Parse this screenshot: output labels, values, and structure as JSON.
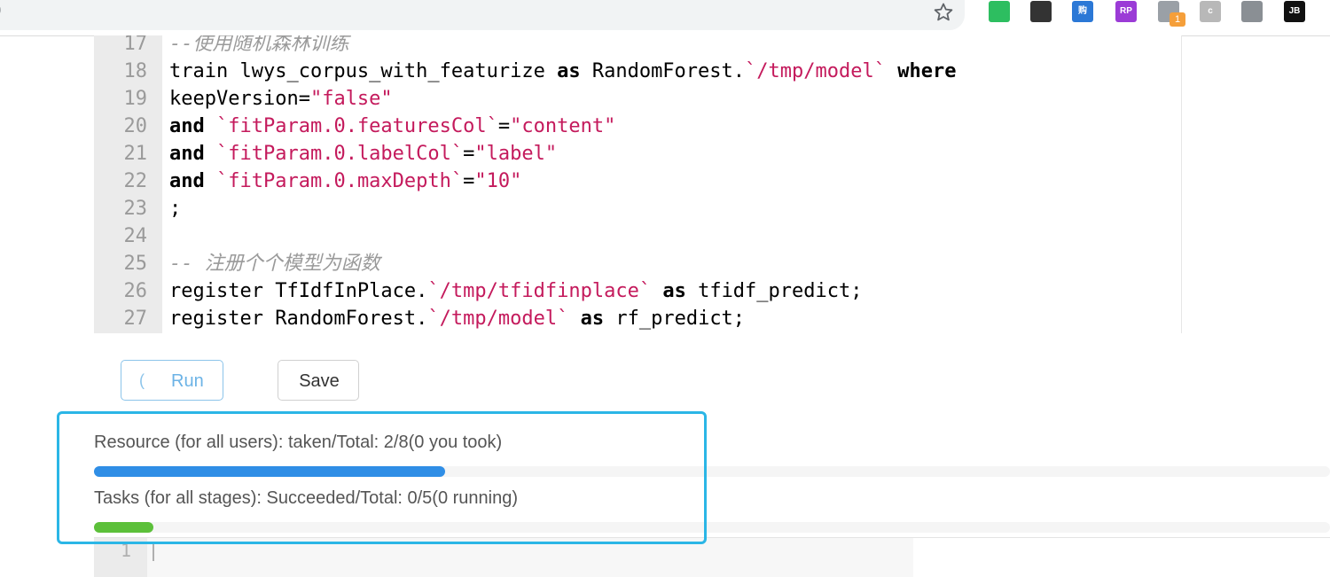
{
  "browser": {
    "url_fragment": "00",
    "extensions": [
      {
        "name": "evernote-icon",
        "color": "#2dbe60",
        "label": ""
      },
      {
        "name": "qr-code-icon",
        "color": "#333333",
        "label": ""
      },
      {
        "name": "shopping-icon",
        "color": "#2b78d6",
        "label": "购"
      },
      {
        "name": "rp-icon",
        "color": "#9b3bd6",
        "label": "RP"
      },
      {
        "name": "search-ext-icon",
        "color": "#9aa0a6",
        "label": ""
      },
      {
        "name": "c-icon",
        "color": "#b8b8b8",
        "label": "c"
      },
      {
        "name": "vue-icon",
        "color": "#8a8f94",
        "label": ""
      },
      {
        "name": "jetbrains-icon",
        "color": "#111111",
        "label": "JB"
      }
    ],
    "badge": "1"
  },
  "editor": {
    "lines": [
      {
        "n": "17",
        "tokens": [
          {
            "t": "--使用随机森林训练",
            "c": "cmt"
          }
        ]
      },
      {
        "n": "18",
        "tokens": [
          {
            "t": "train lwys_corpus_with_featurize ",
            "c": ""
          },
          {
            "t": "as",
            "c": "kw"
          },
          {
            "t": " RandomForest.",
            "c": ""
          },
          {
            "t": "`/tmp/model`",
            "c": "str"
          },
          {
            "t": " ",
            "c": ""
          },
          {
            "t": "where",
            "c": "kw"
          }
        ]
      },
      {
        "n": "19",
        "tokens": [
          {
            "t": "keepVersion=",
            "c": ""
          },
          {
            "t": "\"false\"",
            "c": "str"
          }
        ]
      },
      {
        "n": "20",
        "tokens": [
          {
            "t": "and",
            "c": "kw"
          },
          {
            "t": " ",
            "c": ""
          },
          {
            "t": "`fitParam.0.featuresCol`",
            "c": "str"
          },
          {
            "t": "=",
            "c": ""
          },
          {
            "t": "\"content\"",
            "c": "str"
          }
        ]
      },
      {
        "n": "21",
        "tokens": [
          {
            "t": "and",
            "c": "kw"
          },
          {
            "t": " ",
            "c": ""
          },
          {
            "t": "`fitParam.0.labelCol`",
            "c": "str"
          },
          {
            "t": "=",
            "c": ""
          },
          {
            "t": "\"label\"",
            "c": "str"
          }
        ]
      },
      {
        "n": "22",
        "tokens": [
          {
            "t": "and",
            "c": "kw"
          },
          {
            "t": " ",
            "c": ""
          },
          {
            "t": "`fitParam.0.maxDepth`",
            "c": "str"
          },
          {
            "t": "=",
            "c": ""
          },
          {
            "t": "\"10\"",
            "c": "str"
          }
        ]
      },
      {
        "n": "23",
        "tokens": [
          {
            "t": ";",
            "c": ""
          }
        ]
      },
      {
        "n": "24",
        "tokens": []
      },
      {
        "n": "25",
        "tokens": [
          {
            "t": "-- 注册个个模型为函数",
            "c": "cmt"
          }
        ]
      },
      {
        "n": "26",
        "tokens": [
          {
            "t": "register TfIdfInPlace.",
            "c": ""
          },
          {
            "t": "`/tmp/tfidfinplace`",
            "c": "str"
          },
          {
            "t": " ",
            "c": ""
          },
          {
            "t": "as",
            "c": "kw"
          },
          {
            "t": " tfidf_predict;",
            "c": ""
          }
        ]
      },
      {
        "n": "27",
        "tokens": [
          {
            "t": "register RandomForest.",
            "c": ""
          },
          {
            "t": "`/tmp/model`",
            "c": "str"
          },
          {
            "t": " ",
            "c": ""
          },
          {
            "t": "as",
            "c": "kw"
          },
          {
            "t": " rf_predict;",
            "c": ""
          }
        ]
      }
    ]
  },
  "toolbar": {
    "run_label": "Run",
    "run_spinner": "(",
    "save_label": "Save"
  },
  "progress": {
    "resource_text": "Resource (for all users): taken/Total: 2/8(0 you took)",
    "resource_fraction": 0.25,
    "resource_color": "#2f8ee6",
    "tasks_text": "Tasks (for all stages): Succeeded/Total: 0/5(0 running)",
    "tasks_fraction": 0.048,
    "tasks_color": "#5cc03a",
    "highlight_color": "#2bb6e6"
  },
  "editor2": {
    "line_number": "1"
  }
}
